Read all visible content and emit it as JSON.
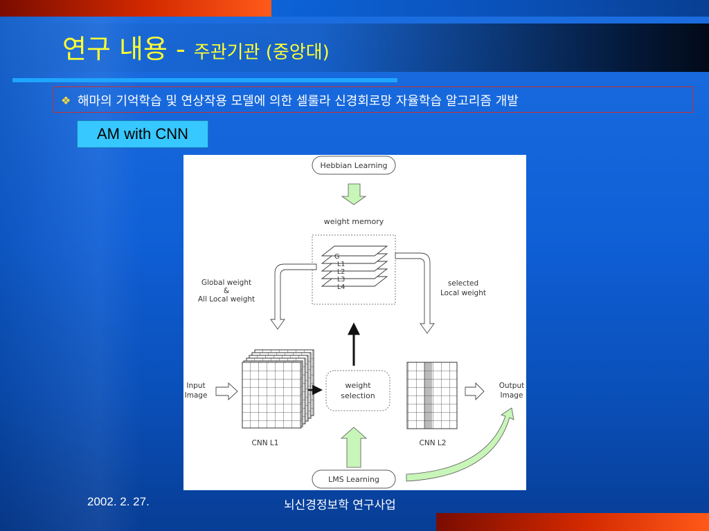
{
  "slide": {
    "title_main": "연구 내용 - ",
    "title_sub": "주관기관 (중앙대)",
    "bullet_symbol": "❖",
    "bullet_text": "해마의 기억학습 및 연상작용 모델에 의한 셀룰라 신경회로망 자율학습 알고리즘 개발",
    "label": "AM with CNN",
    "footer_date": "2002. 2. 27.",
    "footer_project": "뇌신경정보학 연구사업"
  },
  "diagram": {
    "hebbian": "Hebbian Learning",
    "weight_memory": "weight memory",
    "layers": [
      "G",
      "L1",
      "L2",
      "L3",
      "L4"
    ],
    "global_line1": "Global weight",
    "global_line2": "&",
    "global_line3": "All Local weight",
    "selected_line1": "selected",
    "selected_line2": "Local weight",
    "input_line1": "Input",
    "input_line2": "Image",
    "weight_sel_line1": "weight",
    "weight_sel_line2": "selection",
    "output_line1": "Output",
    "output_line2": "Image",
    "cnn_l1": "CNN L1",
    "cnn_l2": "CNN L2",
    "lms": "LMS Learning"
  },
  "colors": {
    "title": "#ffff33",
    "label_bg": "#37c8ff",
    "arrow_green": "#c8f5b8"
  }
}
